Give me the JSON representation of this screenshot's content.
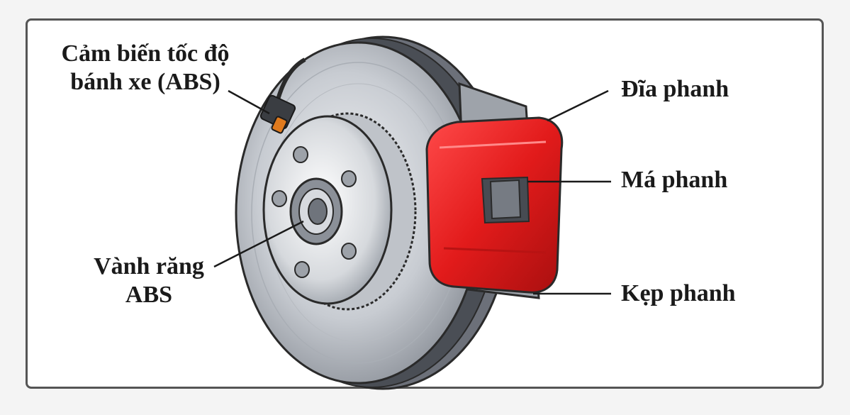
{
  "labels": {
    "abs_sensor_line1": "Cảm biến tốc độ",
    "abs_sensor_line2": "bánh xe (ABS)",
    "abs_ring_line1": "Vành răng",
    "abs_ring_line2": "ABS",
    "rotor": "Đĩa phanh",
    "pad": "Má phanh",
    "caliper": "Kẹp phanh"
  },
  "colors": {
    "caliper": "#e21b1b",
    "rotor": "#c9ccd1",
    "frame": "#555555"
  }
}
